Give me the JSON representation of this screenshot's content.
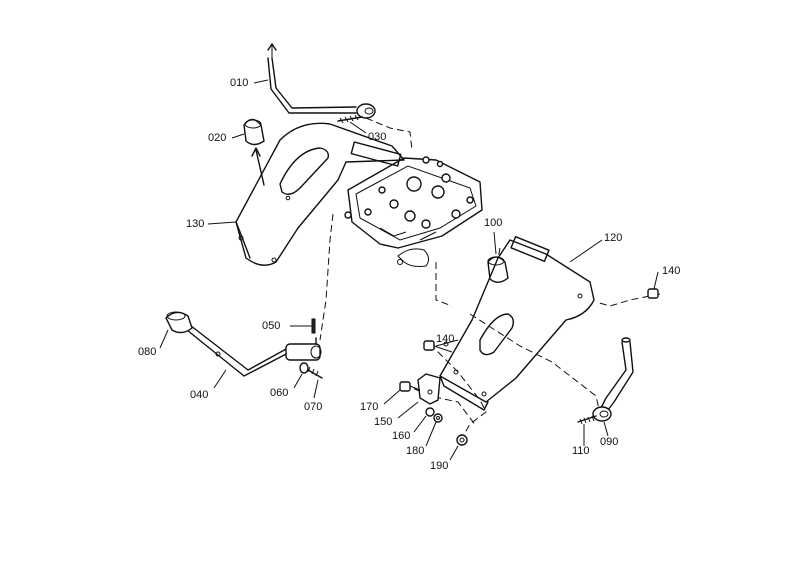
{
  "parts": [
    {
      "id": "p010",
      "label": "010"
    },
    {
      "id": "p020",
      "label": "020"
    },
    {
      "id": "p030",
      "label": "030"
    },
    {
      "id": "p130",
      "label": "130"
    },
    {
      "id": "p100",
      "label": "100"
    },
    {
      "id": "p120",
      "label": "120"
    },
    {
      "id": "p140a",
      "label": "140"
    },
    {
      "id": "p050",
      "label": "050"
    },
    {
      "id": "p080",
      "label": "080"
    },
    {
      "id": "p140b",
      "label": "140"
    },
    {
      "id": "p040",
      "label": "040"
    },
    {
      "id": "p060",
      "label": "060"
    },
    {
      "id": "p070",
      "label": "070"
    },
    {
      "id": "p170",
      "label": "170"
    },
    {
      "id": "p150",
      "label": "150"
    },
    {
      "id": "p160",
      "label": "160"
    },
    {
      "id": "p180",
      "label": "180"
    },
    {
      "id": "p190",
      "label": "190"
    },
    {
      "id": "p110",
      "label": "110"
    },
    {
      "id": "p090",
      "label": "090"
    }
  ]
}
